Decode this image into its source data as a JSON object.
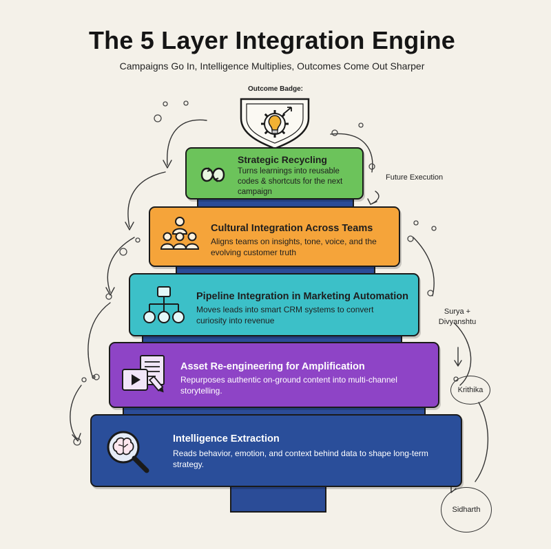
{
  "title": "The 5 Layer Integration Engine",
  "subtitle": "Campaigns Go In, Intelligence Multiplies, Outcomes Come Out Sharper",
  "badge_label": "Outcome Badge:",
  "layers": [
    {
      "title": "Strategic Recycling",
      "description": "Turns learnings into reusable codes & shortcuts for the next campaign",
      "color": "#6cc35b",
      "icon": "recycle-loop-icon"
    },
    {
      "title": "Cultural Integration Across Teams",
      "description": "Aligns teams on insights, tone, voice, and the evolving customer truth",
      "color": "#f5a43a",
      "icon": "team-people-icon"
    },
    {
      "title": "Pipeline Integration in Marketing Automation",
      "description": "Moves leads into smart CRM systems to convert curiosity into revenue",
      "color": "#3cc0c8",
      "icon": "hierarchy-network-icon"
    },
    {
      "title": "Asset Re-engineering for Amplification",
      "description": "Repurposes authentic on-ground content into multi-channel storytelling.",
      "color": "#8e44c6",
      "icon": "video-document-icon"
    },
    {
      "title": "Intelligence Extraction",
      "description": "Reads behavior, emotion, and context behind data to shape long-term strategy.",
      "color": "#2a4e9a",
      "icon": "brain-magnifier-icon"
    }
  ],
  "annotations": {
    "future_execution": "Future Execution",
    "surya": "Surya +",
    "divyanshtu": "Divyanshtu",
    "krithika": "Krithika",
    "sidharth": "Sidharth"
  },
  "colors": {
    "background": "#f4f1e9",
    "connector": "#2b4c97",
    "outline": "#1a1a1a"
  }
}
